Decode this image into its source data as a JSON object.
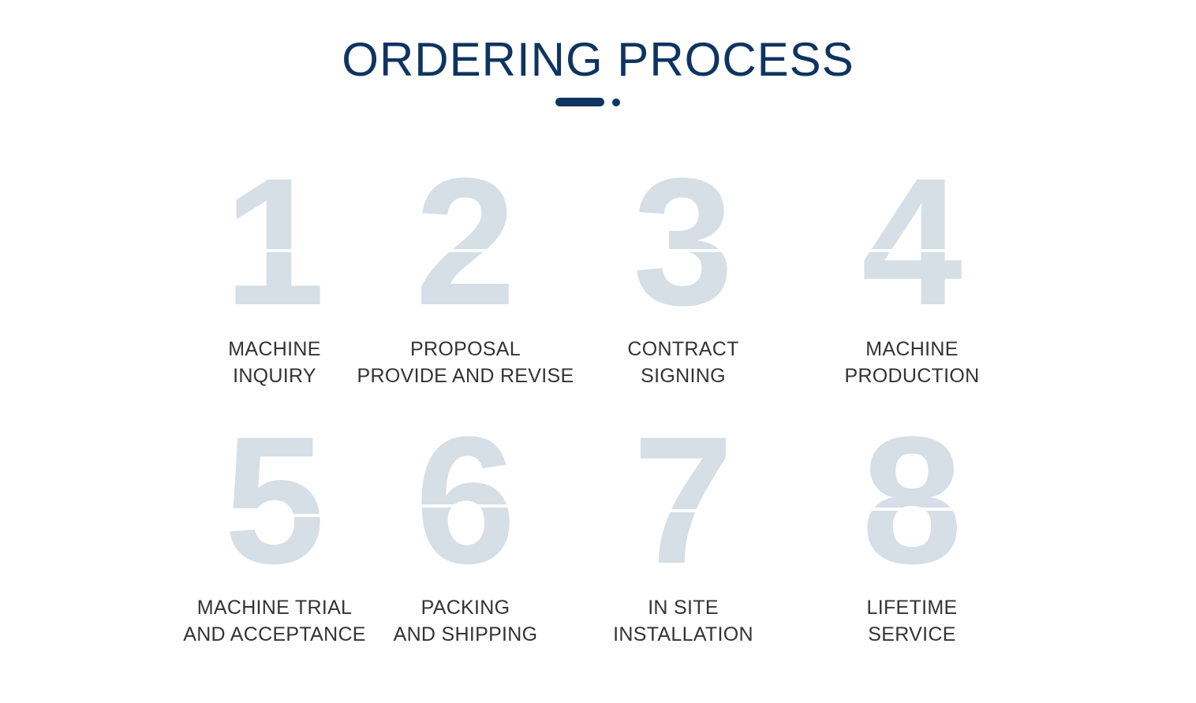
{
  "header": {
    "title": "ORDERING PROCESS"
  },
  "colors": {
    "title": "#0e3461",
    "numeral": "#d6dee6",
    "label": "#333333"
  },
  "steps": [
    {
      "number": "1",
      "line1": "MACHINE",
      "line2": "INQUIRY"
    },
    {
      "number": "2",
      "line1": "PROPOSAL",
      "line2": "PROVIDE AND REVISE"
    },
    {
      "number": "3",
      "line1": "CONTRACT",
      "line2": "SIGNING"
    },
    {
      "number": "4",
      "line1": "MACHINE",
      "line2": "PRODUCTION"
    },
    {
      "number": "5",
      "line1": "MACHINE TRIAL",
      "line2": "AND ACCEPTANCE"
    },
    {
      "number": "6",
      "line1": "PACKING",
      "line2": "AND SHIPPING"
    },
    {
      "number": "7",
      "line1": "IN SITE",
      "line2": "INSTALLATION"
    },
    {
      "number": "8",
      "line1": "LIFETIME",
      "line2": "SERVICE"
    }
  ]
}
